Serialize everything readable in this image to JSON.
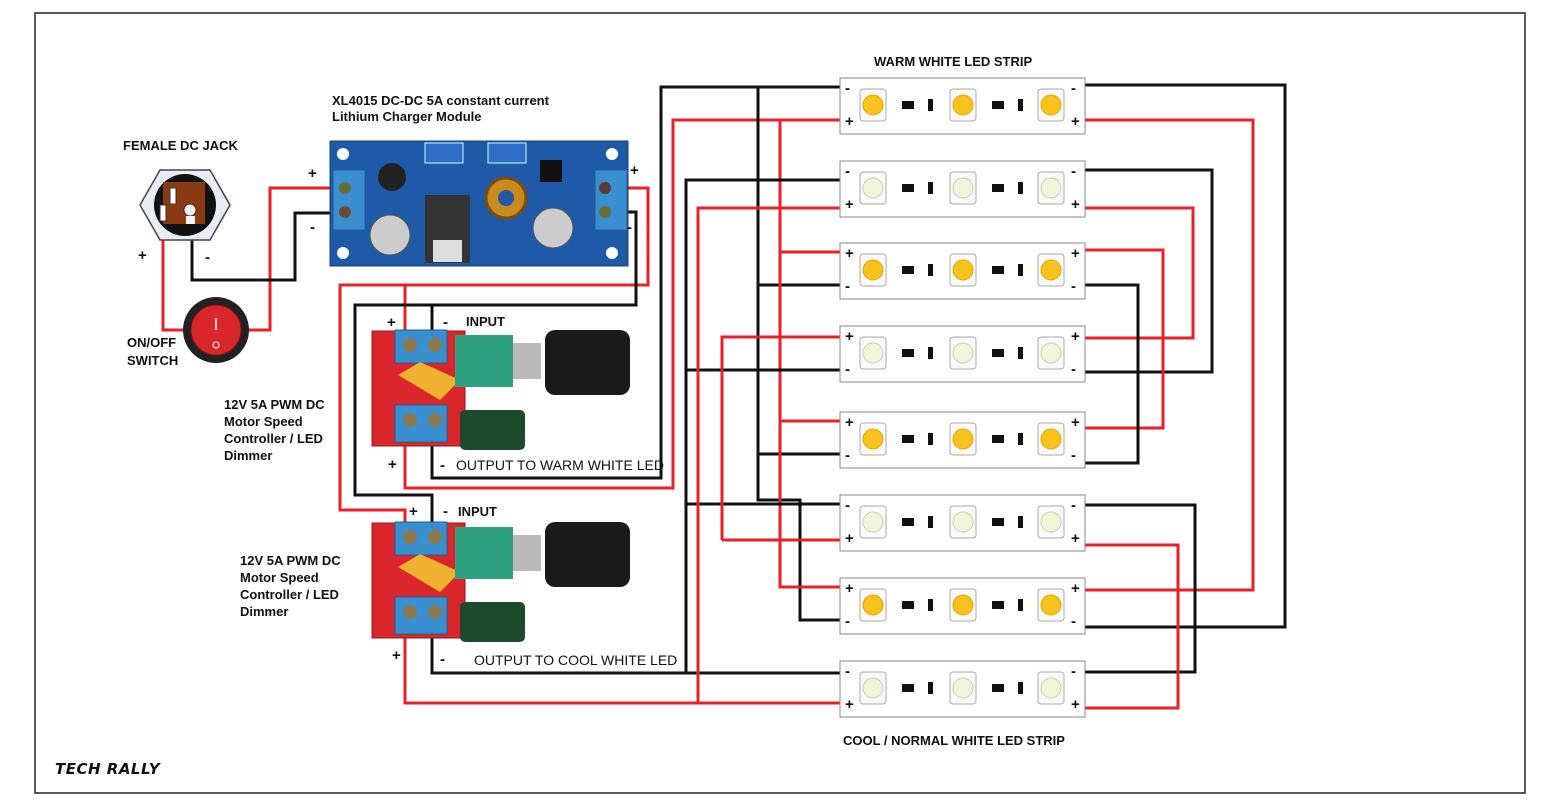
{
  "labels": {
    "xl4015_line1": "XL4015 DC-DC 5A constant current",
    "xl4015_line2": "Lithium Charger Module",
    "dc_jack": "FEMALE DC JACK",
    "switch_line1": "ON/OFF",
    "switch_line2": "SWITCH",
    "pwm_desc": [
      "12V 5A PWM DC",
      "Motor Speed",
      "Controller / LED",
      "Dimmer"
    ],
    "input": "INPUT",
    "output_warm": "OUTPUT TO WARM WHITE LED",
    "output_cool": "OUTPUT TO COOL WHITE LED",
    "warm_strip": "WARM WHITE LED STRIP",
    "cool_strip": "COOL / NORMAL WHITE LED STRIP",
    "plus": "+",
    "minus": "-"
  },
  "logo": "TECH RALLY",
  "strips": [
    {
      "type": "warm",
      "top": "-",
      "bottom": "+"
    },
    {
      "type": "cool",
      "top": "-",
      "bottom": "+"
    },
    {
      "type": "warm",
      "top": "+",
      "bottom": "-"
    },
    {
      "type": "cool",
      "top": "+",
      "bottom": "-"
    },
    {
      "type": "warm",
      "top": "+",
      "bottom": "-"
    },
    {
      "type": "cool",
      "top": "-",
      "bottom": "+"
    },
    {
      "type": "warm",
      "top": "+",
      "bottom": "-"
    },
    {
      "type": "cool",
      "top": "-",
      "bottom": "+"
    }
  ],
  "colors": {
    "positive_wire": "#e8202a",
    "negative_wire": "#111111",
    "warm_led": "#f7c21b",
    "cool_led": "#eef5d8",
    "module_pcb": "#1f5aa8",
    "pwm_pcb": "#d8262b"
  }
}
